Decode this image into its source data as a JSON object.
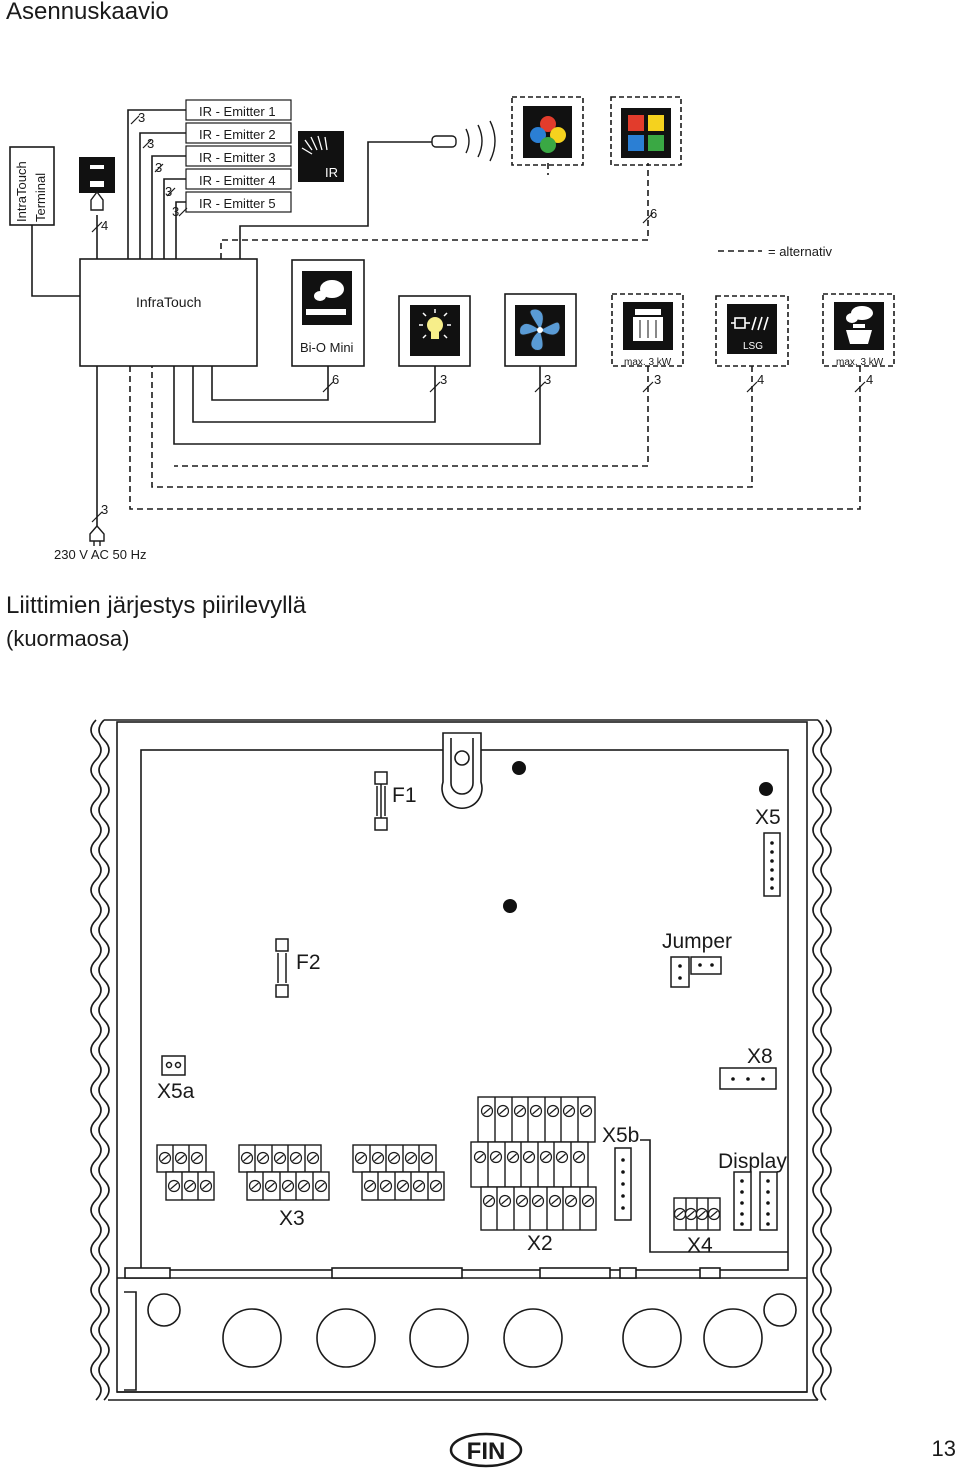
{
  "header": {
    "title": "Asennuskaavio"
  },
  "wiring": {
    "terminal_label_1": "IntraTouch",
    "terminal_label_2": "Terminal",
    "emitters": [
      "IR - Emitter 1",
      "IR - Emitter 2",
      "IR - Emitter 3",
      "IR - Emitter 4",
      "IR - Emitter 5"
    ],
    "ir_label": "IR",
    "controller_label": "InfraTouch",
    "bio_label": "Bi-O Mini",
    "lsg_label": "LSG",
    "legend": "= alternativ",
    "max_heater_1": "max. 3 kW",
    "max_heater_2": "max. 3 kW",
    "power_label": "230 V AC 50 Hz",
    "wire_counts": {
      "top": [
        "3",
        "3",
        "3",
        "3",
        "3"
      ],
      "sensor": "4",
      "remote": "6",
      "bio": "6",
      "light": "3",
      "fan": "3",
      "heater1": "3",
      "lsg": "4",
      "heater2": "4",
      "power": "3"
    },
    "icons": [
      "sensor-icon",
      "ir-emitter-icon",
      "color-light-icon",
      "color-panel-icon",
      "steamer-icon",
      "lamp-icon",
      "fan-icon",
      "heater-icon",
      "lsg-relay-icon",
      "steam-heater-icon",
      "power-plug-icon"
    ]
  },
  "connectors": {
    "title": "Liittimien järjestys piirilevyllä",
    "subtitle": "(kuormaosa)",
    "labels": {
      "f1": "F1",
      "f2": "F2",
      "x5": "X5",
      "jumper": "Jumper",
      "x8": "X8",
      "x5a": "X5a",
      "x5b": "X5b",
      "display": "Display",
      "x3": "X3",
      "x2": "X2",
      "x4": "X4"
    }
  },
  "footer": {
    "language": "FIN",
    "page": "13"
  }
}
